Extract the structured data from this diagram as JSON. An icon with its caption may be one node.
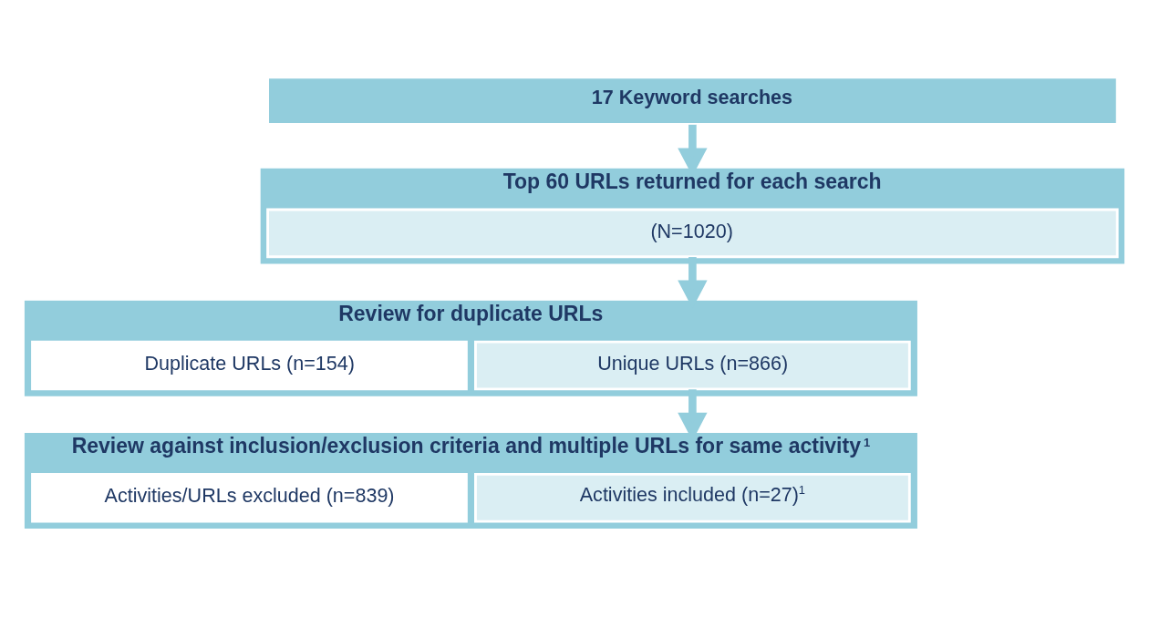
{
  "diagram": {
    "nodes": [
      {
        "text": [
          "17 Keyword searches"
        ]
      },
      {
        "text": [
          "Top 60 URLs returned for each search"
        ]
      },
      {
        "text": [
          "(N=1020)"
        ],
        "in": 1
      },
      {
        "text": [
          "Review for duplicate URLs"
        ]
      },
      {
        "text": [
          "Unique URLs (n=866)"
        ],
        "in": 3
      },
      {
        "text": [
          "Duplicate URLs (n=154)"
        ],
        "in": 3
      },
      {
        "text": [
          "Review against inclusion/exclusion criteria and multiple URLs for same activity$^{1}$"
        ]
      },
      {
        "text": [
          "Activities included (n=27)$^{1}$"
        ],
        "in": 6
      },
      {
        "text": [
          "Activities/URLs excluded (n=839)"
        ],
        "in": 6
      }
    ],
    "edges": [
      {
        "from": 0,
        "to": 1,
        "arrow": "to"
      },
      {
        "from": 2,
        "to": 3,
        "arrow": "to"
      },
      {
        "from": 4,
        "to": 6,
        "arrow": "to"
      }
    ]
  }
}
